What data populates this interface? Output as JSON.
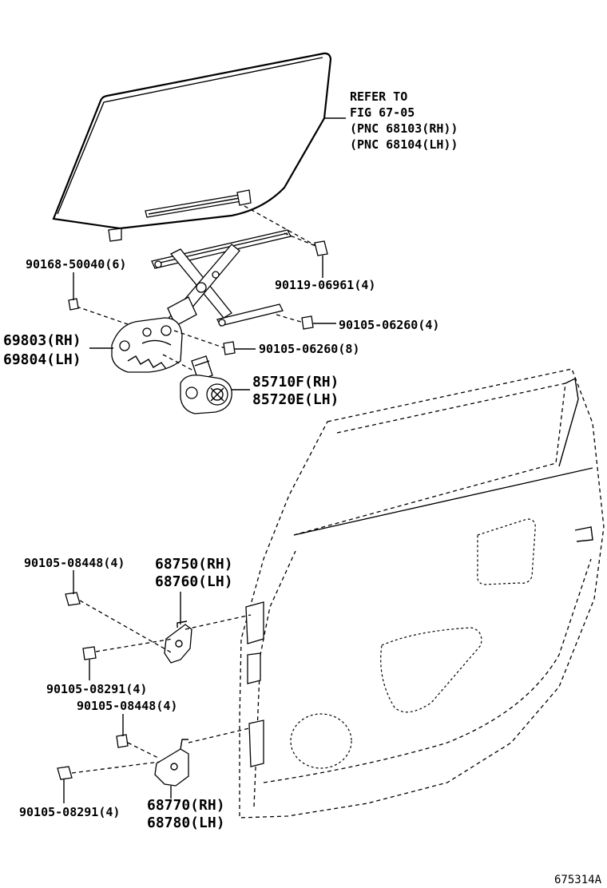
{
  "refer": {
    "line1": "REFER TO",
    "line2": "FIG 67-05",
    "line3": "(PNC 68103(RH))",
    "line4": "(PNC 68104(LH))"
  },
  "labels": {
    "bolt_90168_50040": "90168-50040(6)",
    "bolt_90119_06961": "90119-06961(4)",
    "bolt_90105_06260_4": "90105-06260(4)",
    "bolt_90105_06260_8": "90105-06260(8)",
    "regulator_rh": "69803(RH)",
    "regulator_lh": "69804(LH)",
    "motor_rh": "85710F(RH)",
    "motor_lh": "85720E(LH)",
    "bolt_90105_08448_a": "90105-08448(4)",
    "hinge_upper_rh": "68750(RH)",
    "hinge_upper_lh": "68760(LH)",
    "bolt_90105_08291_a": "90105-08291(4)",
    "bolt_90105_08448_b": "90105-08448(4)",
    "bolt_90105_08291_b": "90105-08291(4)",
    "hinge_lower_rh": "68770(RH)",
    "hinge_lower_lh": "68780(LH)",
    "figure_id": "675314A"
  }
}
